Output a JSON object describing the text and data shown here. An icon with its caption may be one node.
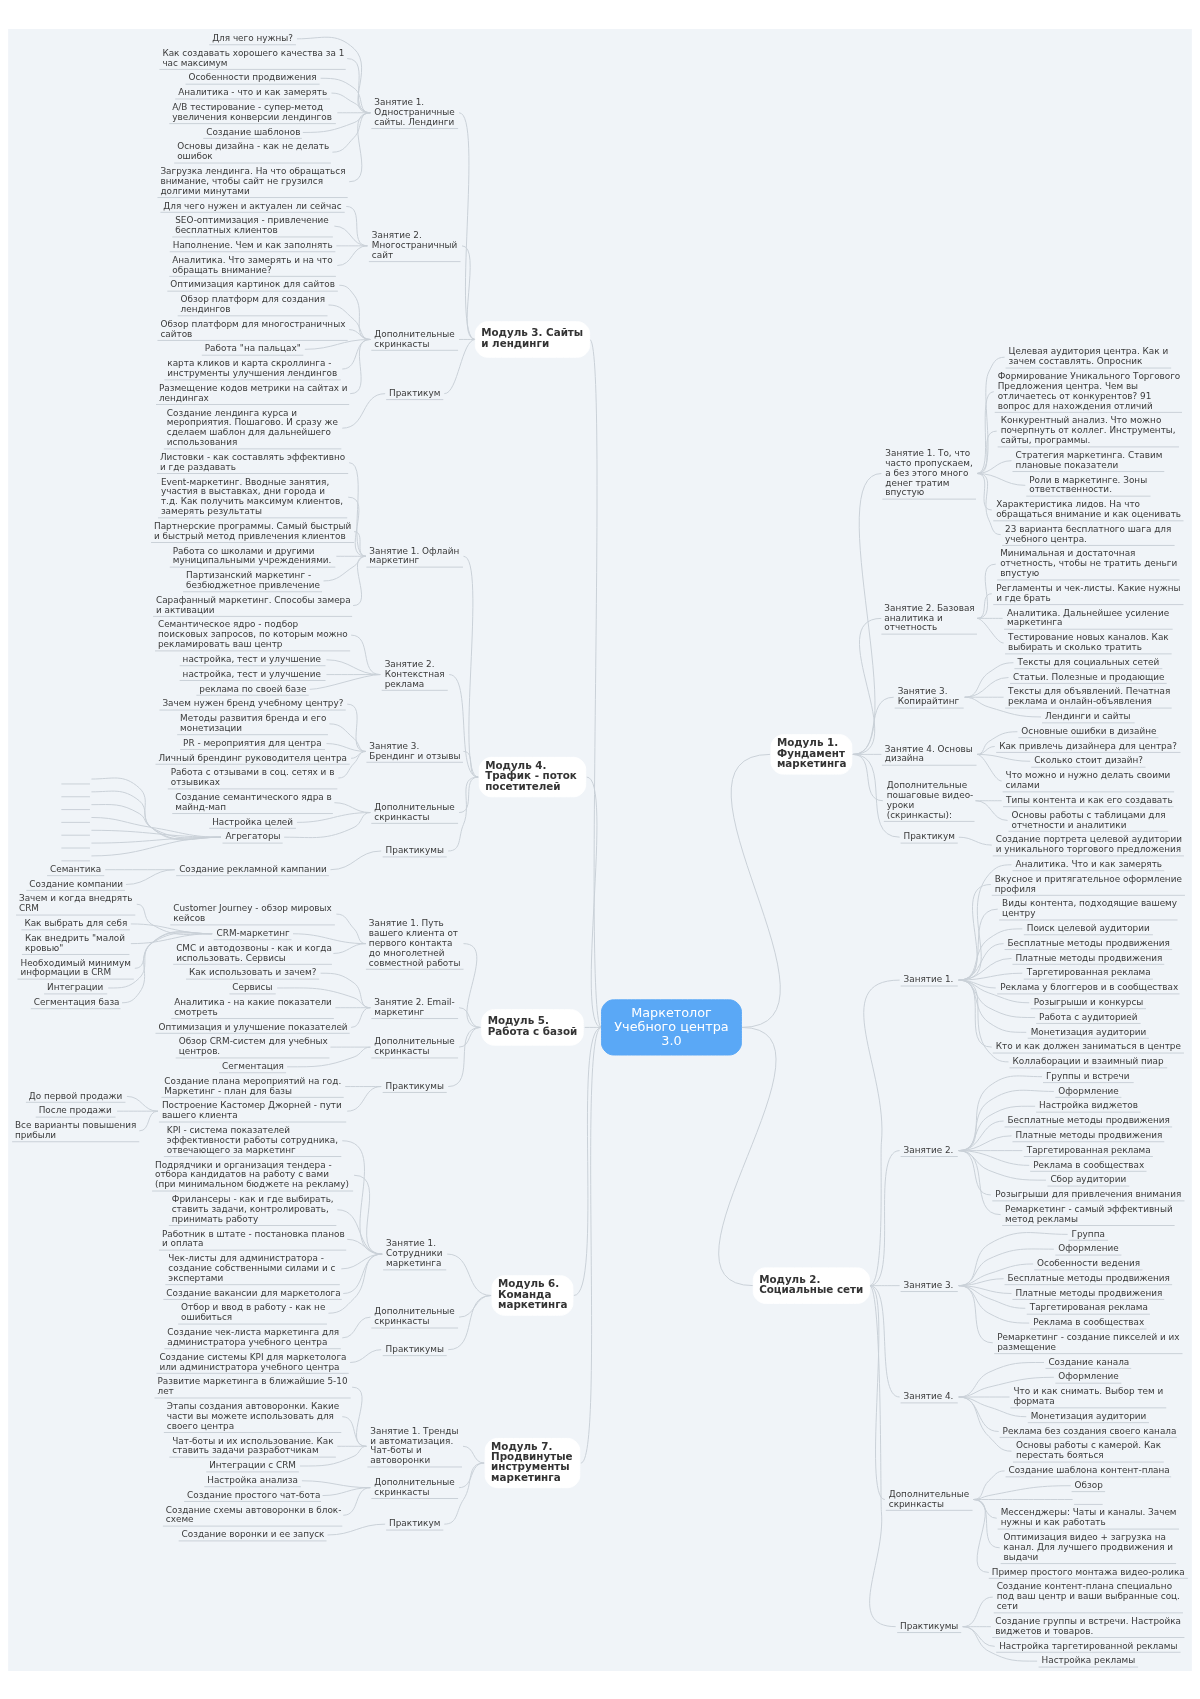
{
  "diagram": {
    "nodes": [
      {
        "text": [
          "Маркетолог Учебного центра 3.0"
        ]
      },
      {
        "text": [
          "Модуль 1. Фундамент маркетинга"
        ]
      },
      {
        "text": [
          "Занятие 1. То, что часто пропускаем, а без этого много денег тратим впустую"
        ]
      },
      {
        "text": [
          "Целевая аудитория центра. Как и зачем составлять. Опросник"
        ]
      },
      {
        "text": [
          "Формирование Уникального Торгового Предложения центра. Чем вы отличаетесь от конкурентов? 91 вопрос для нахождения отличий"
        ]
      },
      {
        "text": [
          "Конкурентный анализ. Что можно почерпнуть от коллег. Инструменты, сайты, программы."
        ]
      },
      {
        "text": [
          "Стратегия маркетинга. Ставим плановые показатели"
        ]
      },
      {
        "text": [
          "Роли в маркетинге. Зоны ответственности."
        ]
      },
      {
        "text": [
          "Характеристика лидов. На что обращаться внимание и как оценивать"
        ]
      },
      {
        "text": [
          "23 варианта бесплатного шага для учебного центра."
        ]
      },
      {
        "text": [
          "Занятие 2. Базовая аналитика и отчетность"
        ]
      },
      {
        "text": [
          "Минимальная и достаточная отчетность, чтобы не тратить деньги впустую"
        ]
      },
      {
        "text": [
          "Регламенты и чек-листы. Какие нужны и где брать"
        ]
      },
      {
        "text": [
          "Аналитика. Дальнейшее усиление маркетинга"
        ]
      },
      {
        "text": [
          "Тестирование новых каналов. Как выбирать и сколько тратить"
        ]
      },
      {
        "text": [
          "Занятие 3. Копирайтинг"
        ]
      },
      {
        "text": [
          "Тексты для социальных сетей"
        ]
      },
      {
        "text": [
          "Статьи. Полезные и продающие"
        ]
      },
      {
        "text": [
          "Тексты для объявлений. Печатная реклама и онлайн-объявления"
        ]
      },
      {
        "text": [
          "Лендинги и сайты"
        ]
      },
      {
        "text": [
          "Занятие 4. Основы дизайна"
        ]
      },
      {
        "text": [
          "Основные ошибки в дизайне"
        ]
      },
      {
        "text": [
          "Как привлечь дизайнера для центра?"
        ]
      },
      {
        "text": [
          "Сколько стоит дизайн?"
        ]
      },
      {
        "text": [
          "Что можно и нужно делать своими силами"
        ]
      },
      {
        "text": [
          "Дополнительные пошаговые видео-уроки (скринкасты):"
        ]
      },
      {
        "text": [
          "Типы контента и как его создавать"
        ]
      },
      {
        "text": [
          "Основы работы с таблицами для отчетности и аналитики"
        ]
      },
      {
        "text": [
          "Практикум"
        ]
      },
      {
        "text": [
          "Создание портрета целевой аудитории и уникального торгового предложения"
        ]
      },
      {
        "text": [
          "Модуль 2. Социальные сети"
        ]
      },
      {
        "text": [
          "Занятие 1."
        ]
      },
      {
        "text": [
          "Аналитика. Что и как замерять"
        ]
      },
      {
        "text": [
          "Вкусное и притягательное оформление профиля"
        ]
      },
      {
        "text": [
          "Виды контента, подходящие вашему центру"
        ]
      },
      {
        "text": [
          "Поиск целевой аудитории"
        ]
      },
      {
        "text": [
          "Бесплатные методы продвижения"
        ]
      },
      {
        "text": [
          "Платные методы продвижения"
        ]
      },
      {
        "text": [
          "Таргетированная реклама"
        ]
      },
      {
        "text": [
          "Реклама у блоггеров и в сообществах"
        ]
      },
      {
        "text": [
          "Розыгрыши и конкурсы"
        ]
      },
      {
        "text": [
          "Работа с аудиторией"
        ]
      },
      {
        "text": [
          "Монетизация аудитории"
        ]
      },
      {
        "text": [
          "Кто и как должен заниматься в центре"
        ]
      },
      {
        "text": [
          "Коллаборации и взаимный пиар"
        ]
      },
      {
        "text": [
          "Занятие 2."
        ]
      },
      {
        "text": [
          "Группы и встречи"
        ]
      },
      {
        "text": [
          "Оформление"
        ]
      },
      {
        "text": [
          "Настройка виджетов"
        ]
      },
      {
        "text": [
          "Бесплатные методы продвижения"
        ]
      },
      {
        "text": [
          "Платные методы продвижения"
        ]
      },
      {
        "text": [
          "Таргетированная реклама"
        ]
      },
      {
        "text": [
          "Реклама в сообществах"
        ]
      },
      {
        "text": [
          "Сбор аудитории"
        ]
      },
      {
        "text": [
          "Розыгрыши для привлечения внимания"
        ]
      },
      {
        "text": [
          "Ремаркетинг - самый эффективный метод рекламы"
        ]
      },
      {
        "text": [
          "Занятие 3."
        ]
      },
      {
        "text": [
          "Группа"
        ]
      },
      {
        "text": [
          "Оформление"
        ]
      },
      {
        "text": [
          "Особенности ведения"
        ]
      },
      {
        "text": [
          "Бесплатные методы продвижения"
        ]
      },
      {
        "text": [
          "Платные методы продвижения"
        ]
      },
      {
        "text": [
          "Таргетированая реклама"
        ]
      },
      {
        "text": [
          "Реклама в сообществах"
        ]
      },
      {
        "text": [
          "Ремаркетинг - создание пикселей и их размещение"
        ]
      },
      {
        "text": [
          "Занятие 4."
        ]
      },
      {
        "text": [
          "Создание канала"
        ]
      },
      {
        "text": [
          "Оформление"
        ]
      },
      {
        "text": [
          "Что и как снимать. Выбор тем и формата"
        ]
      },
      {
        "text": [
          "Монетизация аудитории"
        ]
      },
      {
        "text": [
          "Реклама без создания своего канала"
        ]
      },
      {
        "text": [
          "Основы работы с камерой. Как перестать бояться"
        ]
      },
      {
        "text": [
          "Дополнительные скринкасты"
        ]
      },
      {
        "text": [
          "Создание шаблона контент-плана"
        ]
      },
      {
        "text": [
          "Обзор"
        ]
      },
      {
        "text": [],
        "shape": "line"
      },
      {
        "text": [
          "Мессенджеры: Чаты и каналы. Зачем нужны и как работать"
        ]
      },
      {
        "text": [
          "Оптимизация видео + загрузка на канал. Для лучшего продвижения и выдачи"
        ]
      },
      {
        "text": [
          "Пример простого монтажа видео-ролика"
        ]
      },
      {
        "text": [
          "Практикумы"
        ]
      },
      {
        "text": [
          "Создание контент-плана специально под ваш центр и ваши выбранные соц. сети"
        ]
      },
      {
        "text": [
          "Создание группы и встречи. Настройка виджетов и товаров."
        ]
      },
      {
        "text": [
          "Настройка таргетированной рекламы"
        ]
      },
      {
        "text": [
          "Настройка рекламы"
        ]
      },
      {
        "text": [
          "Модуль 3. Сайты и лендинги"
        ]
      },
      {
        "text": [
          "Занятие 1. Одностраничные сайты. Лендинги"
        ]
      },
      {
        "text": [
          "Для чего нужны?"
        ]
      },
      {
        "text": [
          "Как создавать хорошего качества за 1 час максимум"
        ]
      },
      {
        "text": [
          "Особенности продвижения"
        ]
      },
      {
        "text": [
          "Аналитика - что и как замерять"
        ]
      },
      {
        "text": [
          "A/B тестирование - супер-метод увеличения конверсии лендингов"
        ]
      },
      {
        "text": [
          "Создание шаблонов"
        ]
      },
      {
        "text": [
          "Основы дизайна - как не делать ошибок"
        ]
      },
      {
        "text": [
          "Загрузка лендинга. На что обращаться внимание, чтобы сайт не грузился долгими минутами"
        ]
      },
      {
        "text": [
          "Занятие 2. Многостраничный сайт"
        ]
      },
      {
        "text": [
          "Для чего нужен и актуален ли сейчас"
        ]
      },
      {
        "text": [
          "SEO-оптимизация - привлечение бесплатных клиентов"
        ]
      },
      {
        "text": [
          "Наполнение. Чем и как заполнять"
        ]
      },
      {
        "text": [
          "Аналитика. Что замерять и на что обращать внимание?"
        ]
      },
      {
        "text": [
          "Дополнительные скринкасты"
        ]
      },
      {
        "text": [
          "Оптимизация картинок для сайтов"
        ]
      },
      {
        "text": [
          "Обзор платформ для создания лендингов"
        ]
      },
      {
        "text": [
          "Обзор платформ для многостраничных сайтов"
        ]
      },
      {
        "text": [
          "Работа \"на пальцах\""
        ]
      },
      {
        "text": [
          "карта кликов и карта скроллинга - инструменты улучшения лендингов"
        ]
      },
      {
        "text": [
          "Размещение кодов метрики на сайтах и лендингах"
        ]
      },
      {
        "text": [
          "Практикум"
        ]
      },
      {
        "text": [
          "Создание лендинга курса и мероприятия. Пошагово. И сразу же сделаем шаблон для дальнейшего использования"
        ]
      },
      {
        "text": [
          "Модуль 4. Трафик - поток посетителей"
        ]
      },
      {
        "text": [
          "Занятие 1. Офлайн маркетинг"
        ]
      },
      {
        "text": [
          "Листовки - как составлять эффективно и где раздавать"
        ]
      },
      {
        "text": [
          "Event-маркетинг. Вводные занятия, участия в выставках, дни города и т.д. Как получить максимум клиентов, замерять результаты"
        ]
      },
      {
        "text": [
          "Партнерские программы. Самый быстрый и быстрый метод привлечения клиентов"
        ]
      },
      {
        "text": [
          "Работа со школами и другими муниципальными учреждениями."
        ]
      },
      {
        "text": [
          "Партизанский маркетинг - безбюджетное привлечение"
        ]
      },
      {
        "text": [
          "Сарафанный маркетинг. Способы замера и активации"
        ]
      },
      {
        "text": [
          "Занятие 2. Контекстная реклама"
        ]
      },
      {
        "text": [
          "Семантическое ядро - подбор поисковых запросов, по которым можно рекламировать ваш центр"
        ]
      },
      {
        "text": [
          "настройка, тест и улучшение"
        ]
      },
      {
        "text": [
          "настройка, тест и улучшение"
        ]
      },
      {
        "text": [
          "реклама по своей базе"
        ]
      },
      {
        "text": [
          "Занятие 3. Брендинг и отзывы"
        ]
      },
      {
        "text": [
          "Зачем нужен бренд учебному центру?"
        ]
      },
      {
        "text": [
          "Методы развития бренда и его монетизации"
        ]
      },
      {
        "text": [
          "PR - мероприятия для центра"
        ]
      },
      {
        "text": [
          "Личный брендинг руководителя центра"
        ]
      },
      {
        "text": [
          "Работа с отзывами в соц. сетях и в отзывиках"
        ]
      },
      {
        "text": [
          "Дополнительные скринкасты"
        ]
      },
      {
        "text": [
          "Создание семантического ядра в майнд-мап"
        ]
      },
      {
        "text": [
          "Настройка целей"
        ]
      },
      {
        "text": [
          "Агрегаторы"
        ]
      },
      {
        "text": [],
        "shape": "line"
      },
      {
        "text": [],
        "shape": "line"
      },
      {
        "text": [],
        "shape": "line"
      },
      {
        "text": [],
        "shape": "line"
      },
      {
        "text": [],
        "shape": "line"
      },
      {
        "text": [],
        "shape": "line"
      },
      {
        "text": [],
        "shape": "line"
      },
      {
        "text": [
          "Практикумы"
        ]
      },
      {
        "text": [
          "Создание рекламной кампании"
        ]
      },
      {
        "text": [
          "Семантика"
        ]
      },
      {
        "text": [
          "Создание компании"
        ]
      },
      {
        "text": [
          "Модуль 5. Работа с базой"
        ]
      },
      {
        "text": [
          "Занятие 1. Путь вашего клиента от первого контакта до многолетней совместной работы"
        ]
      },
      {
        "text": [
          "Customer Journey - обзор мировых кейсов"
        ]
      },
      {
        "text": [
          "CRM-маркетинг"
        ]
      },
      {
        "text": [
          "Зачем и когда внедрять CRM"
        ]
      },
      {
        "text": [
          "Как выбрать для себя"
        ]
      },
      {
        "text": [
          "Как внедрить \"малой кровью\""
        ]
      },
      {
        "text": [
          "Необходимый минимум информации в CRM"
        ]
      },
      {
        "text": [
          "Интеграции"
        ]
      },
      {
        "text": [
          "Сегментация база"
        ]
      },
      {
        "text": [
          "СМС и автодозвоны - как и когда использовать. Сервисы"
        ]
      },
      {
        "text": [
          "Занятие 2. Email-маркетинг"
        ]
      },
      {
        "text": [
          "Как использовать и зачем?"
        ]
      },
      {
        "text": [
          "Сервисы"
        ]
      },
      {
        "text": [
          "Аналитика - на какие показатели смотреть"
        ]
      },
      {
        "text": [
          "Оптимизация и улучшение показателей"
        ]
      },
      {
        "text": [
          "Дополнительные скринкасты"
        ]
      },
      {
        "text": [
          "Обзор CRM-систем для учебных центров."
        ]
      },
      {
        "text": [
          "Сегментация"
        ]
      },
      {
        "text": [
          "Практикумы"
        ]
      },
      {
        "text": [
          "Создание плана мероприятий на год. Маркетинг - план для базы"
        ]
      },
      {
        "text": [
          "Построение Кастомер Джорней - пути вашего клиента"
        ]
      },
      {
        "text": [
          "До первой продажи"
        ]
      },
      {
        "text": [
          "После продажи"
        ]
      },
      {
        "text": [
          "Все варианты повышения прибыли"
        ]
      },
      {
        "text": [
          "Модуль 6. Команда маркетинга"
        ]
      },
      {
        "text": [
          "Занятие 1. Сотрудники маркетинга"
        ]
      },
      {
        "text": [
          "KPI - система показателей эффективности работы сотрудника, отвечающего за маркетинг"
        ]
      },
      {
        "text": [
          "Подрядчики и организация тендера - отбора кандидатов на работу с вами (при минимальном бюджете на рекламу)"
        ]
      },
      {
        "text": [
          "Фрилансеры - как и где выбирать, ставить задачи, контролировать, принимать работу"
        ]
      },
      {
        "text": [
          "Работник в штате - постановка планов и оплата"
        ]
      },
      {
        "text": [
          "Чек-листы для администратора - создание собственными силами и с экспертами"
        ]
      },
      {
        "text": [
          "Создание вакансии для маркетолога"
        ]
      },
      {
        "text": [
          "Отбор и ввод в работу - как не ошибиться"
        ]
      },
      {
        "text": [
          "Дополнительные скринкасты"
        ]
      },
      {
        "text": [
          "Создание чек-листа маркетинга для администратора учебного центра"
        ]
      },
      {
        "text": [
          "Практикумы"
        ]
      },
      {
        "text": [
          "Создание системы KPI для маркетолога или администратора учебного центра"
        ]
      },
      {
        "text": [
          "Модуль 7. Продвинутые инструменты маркетинга"
        ]
      },
      {
        "text": [
          "Занятие 1. Тренды и автоматизация. Чат-боты и автоворонки"
        ]
      },
      {
        "text": [
          "Развитие маркетинга в ближайшие 5-10 лет"
        ]
      },
      {
        "text": [
          "Этапы создания автоворонки. Какие части вы можете использовать для своего центра"
        ]
      },
      {
        "text": [
          "Чат-боты и их использование. Как ставить задачи разработчикам"
        ]
      },
      {
        "text": [
          "Интеграции с CRM"
        ]
      },
      {
        "text": [
          "Дополнительные скринкасты"
        ]
      },
      {
        "text": [
          "Настройка анализа"
        ]
      },
      {
        "text": [
          "Создание простого чат-бота"
        ]
      },
      {
        "text": [
          "Создание схемы автоворонки в блок-схеме"
        ]
      },
      {
        "text": [
          "Практикум"
        ]
      },
      {
        "text": [
          "Создание воронки и ее запуск"
        ]
      }
    ],
    "edges": [
      {
        "from": 0,
        "to": 1,
        "arrow": "none"
      },
      {
        "from": 1,
        "to": 2,
        "arrow": "none"
      },
      {
        "from": 2,
        "to": 3,
        "arrow": "none"
      },
      {
        "from": 2,
        "to": 4,
        "arrow": "none"
      },
      {
        "from": 2,
        "to": 5,
        "arrow": "none"
      },
      {
        "from": 2,
        "to": 6,
        "arrow": "none"
      },
      {
        "from": 2,
        "to": 7,
        "arrow": "none"
      },
      {
        "from": 2,
        "to": 8,
        "arrow": "none"
      },
      {
        "from": 2,
        "to": 9,
        "arrow": "none"
      },
      {
        "from": 1,
        "to": 10,
        "arrow": "none"
      },
      {
        "from": 10,
        "to": 11,
        "arrow": "none"
      },
      {
        "from": 10,
        "to": 12,
        "arrow": "none"
      },
      {
        "from": 10,
        "to": 13,
        "arrow": "none"
      },
      {
        "from": 10,
        "to": 14,
        "arrow": "none"
      },
      {
        "from": 1,
        "to": 15,
        "arrow": "none"
      },
      {
        "from": 15,
        "to": 16,
        "arrow": "none"
      },
      {
        "from": 15,
        "to": 17,
        "arrow": "none"
      },
      {
        "from": 15,
        "to": 18,
        "arrow": "none"
      },
      {
        "from": 15,
        "to": 19,
        "arrow": "none"
      },
      {
        "from": 1,
        "to": 20,
        "arrow": "none"
      },
      {
        "from": 20,
        "to": 21,
        "arrow": "none"
      },
      {
        "from": 20,
        "to": 22,
        "arrow": "none"
      },
      {
        "from": 20,
        "to": 23,
        "arrow": "none"
      },
      {
        "from": 20,
        "to": 24,
        "arrow": "none"
      },
      {
        "from": 1,
        "to": 25,
        "arrow": "none"
      },
      {
        "from": 25,
        "to": 26,
        "arrow": "none"
      },
      {
        "from": 25,
        "to": 27,
        "arrow": "none"
      },
      {
        "from": 1,
        "to": 28,
        "arrow": "none"
      },
      {
        "from": 28,
        "to": 29,
        "arrow": "none"
      },
      {
        "from": 0,
        "to": 30,
        "arrow": "none"
      },
      {
        "from": 30,
        "to": 31,
        "arrow": "none"
      },
      {
        "from": 31,
        "to": 32,
        "arrow": "none"
      },
      {
        "from": 31,
        "to": 33,
        "arrow": "none"
      },
      {
        "from": 31,
        "to": 34,
        "arrow": "none"
      },
      {
        "from": 31,
        "to": 35,
        "arrow": "none"
      },
      {
        "from": 31,
        "to": 36,
        "arrow": "none"
      },
      {
        "from": 31,
        "to": 37,
        "arrow": "none"
      },
      {
        "from": 31,
        "to": 38,
        "arrow": "none"
      },
      {
        "from": 31,
        "to": 39,
        "arrow": "none"
      },
      {
        "from": 31,
        "to": 40,
        "arrow": "none"
      },
      {
        "from": 31,
        "to": 41,
        "arrow": "none"
      },
      {
        "from": 31,
        "to": 42,
        "arrow": "none"
      },
      {
        "from": 31,
        "to": 43,
        "arrow": "none"
      },
      {
        "from": 31,
        "to": 44,
        "arrow": "none"
      },
      {
        "from": 30,
        "to": 45,
        "arrow": "none"
      },
      {
        "from": 45,
        "to": 46,
        "arrow": "none"
      },
      {
        "from": 45,
        "to": 47,
        "arrow": "none"
      },
      {
        "from": 45,
        "to": 48,
        "arrow": "none"
      },
      {
        "from": 45,
        "to": 49,
        "arrow": "none"
      },
      {
        "from": 45,
        "to": 50,
        "arrow": "none"
      },
      {
        "from": 45,
        "to": 51,
        "arrow": "none"
      },
      {
        "from": 45,
        "to": 52,
        "arrow": "none"
      },
      {
        "from": 45,
        "to": 53,
        "arrow": "none"
      },
      {
        "from": 45,
        "to": 54,
        "arrow": "none"
      },
      {
        "from": 45,
        "to": 55,
        "arrow": "none"
      },
      {
        "from": 30,
        "to": 56,
        "arrow": "none"
      },
      {
        "from": 56,
        "to": 57,
        "arrow": "none"
      },
      {
        "from": 56,
        "to": 58,
        "arrow": "none"
      },
      {
        "from": 56,
        "to": 59,
        "arrow": "none"
      },
      {
        "from": 56,
        "to": 60,
        "arrow": "none"
      },
      {
        "from": 56,
        "to": 61,
        "arrow": "none"
      },
      {
        "from": 56,
        "to": 62,
        "arrow": "none"
      },
      {
        "from": 56,
        "to": 63,
        "arrow": "none"
      },
      {
        "from": 56,
        "to": 64,
        "arrow": "none"
      },
      {
        "from": 30,
        "to": 65,
        "arrow": "none"
      },
      {
        "from": 65,
        "to": 66,
        "arrow": "none"
      },
      {
        "from": 65,
        "to": 67,
        "arrow": "none"
      },
      {
        "from": 65,
        "to": 68,
        "arrow": "none"
      },
      {
        "from": 65,
        "to": 69,
        "arrow": "none"
      },
      {
        "from": 65,
        "to": 70,
        "arrow": "none"
      },
      {
        "from": 65,
        "to": 71,
        "arrow": "none"
      },
      {
        "from": 30,
        "to": 72,
        "arrow": "none"
      },
      {
        "from": 72,
        "to": 73,
        "arrow": "none"
      },
      {
        "from": 72,
        "to": 74,
        "arrow": "none"
      },
      {
        "from": 72,
        "to": 75,
        "arrow": "none"
      },
      {
        "from": 72,
        "to": 76,
        "arrow": "none"
      },
      {
        "from": 72,
        "to": 77,
        "arrow": "none"
      },
      {
        "from": 72,
        "to": 78,
        "arrow": "none"
      },
      {
        "from": 30,
        "to": 79,
        "arrow": "none"
      },
      {
        "from": 79,
        "to": 80,
        "arrow": "none"
      },
      {
        "from": 79,
        "to": 81,
        "arrow": "none"
      },
      {
        "from": 79,
        "to": 82,
        "arrow": "none"
      },
      {
        "from": 79,
        "to": 83,
        "arrow": "none"
      },
      {
        "from": 84,
        "to": 0,
        "arrow": "none"
      },
      {
        "from": 85,
        "to": 84,
        "arrow": "none"
      },
      {
        "from": 86,
        "to": 85,
        "arrow": "none"
      },
      {
        "from": 87,
        "to": 85,
        "arrow": "none"
      },
      {
        "from": 88,
        "to": 85,
        "arrow": "none"
      },
      {
        "from": 89,
        "to": 85,
        "arrow": "none"
      },
      {
        "from": 90,
        "to": 85,
        "arrow": "none"
      },
      {
        "from": 91,
        "to": 85,
        "arrow": "none"
      },
      {
        "from": 92,
        "to": 85,
        "arrow": "none"
      },
      {
        "from": 93,
        "to": 85,
        "arrow": "none"
      },
      {
        "from": 94,
        "to": 84,
        "arrow": "none"
      },
      {
        "from": 95,
        "to": 94,
        "arrow": "none"
      },
      {
        "from": 96,
        "to": 94,
        "arrow": "none"
      },
      {
        "from": 97,
        "to": 94,
        "arrow": "none"
      },
      {
        "from": 98,
        "to": 94,
        "arrow": "none"
      },
      {
        "from": 99,
        "to": 84,
        "arrow": "none"
      },
      {
        "from": 100,
        "to": 99,
        "arrow": "none"
      },
      {
        "from": 101,
        "to": 99,
        "arrow": "none"
      },
      {
        "from": 102,
        "to": 99,
        "arrow": "none"
      },
      {
        "from": 103,
        "to": 99,
        "arrow": "none"
      },
      {
        "from": 104,
        "to": 99,
        "arrow": "none"
      },
      {
        "from": 105,
        "to": 99,
        "arrow": "none"
      },
      {
        "from": 106,
        "to": 84,
        "arrow": "none"
      },
      {
        "from": 107,
        "to": 106,
        "arrow": "none"
      },
      {
        "from": 108,
        "to": 0,
        "arrow": "none"
      },
      {
        "from": 109,
        "to": 108,
        "arrow": "none"
      },
      {
        "from": 110,
        "to": 109,
        "arrow": "none"
      },
      {
        "from": 111,
        "to": 109,
        "arrow": "none"
      },
      {
        "from": 112,
        "to": 109,
        "arrow": "none"
      },
      {
        "from": 113,
        "to": 109,
        "arrow": "none"
      },
      {
        "from": 114,
        "to": 109,
        "arrow": "none"
      },
      {
        "from": 115,
        "to": 109,
        "arrow": "none"
      },
      {
        "from": 116,
        "to": 108,
        "arrow": "none"
      },
      {
        "from": 117,
        "to": 116,
        "arrow": "none"
      },
      {
        "from": 118,
        "to": 116,
        "arrow": "none"
      },
      {
        "from": 119,
        "to": 116,
        "arrow": "none"
      },
      {
        "from": 120,
        "to": 116,
        "arrow": "none"
      },
      {
        "from": 121,
        "to": 108,
        "arrow": "none"
      },
      {
        "from": 122,
        "to": 121,
        "arrow": "none"
      },
      {
        "from": 123,
        "to": 121,
        "arrow": "none"
      },
      {
        "from": 124,
        "to": 121,
        "arrow": "none"
      },
      {
        "from": 125,
        "to": 121,
        "arrow": "none"
      },
      {
        "from": 126,
        "to": 121,
        "arrow": "none"
      },
      {
        "from": 127,
        "to": 108,
        "arrow": "none"
      },
      {
        "from": 128,
        "to": 127,
        "arrow": "none"
      },
      {
        "from": 129,
        "to": 127,
        "arrow": "none"
      },
      {
        "from": 130,
        "to": 127,
        "arrow": "none"
      },
      {
        "from": 131,
        "to": 130,
        "arrow": "none"
      },
      {
        "from": 132,
        "to": 130,
        "arrow": "none"
      },
      {
        "from": 133,
        "to": 130,
        "arrow": "none"
      },
      {
        "from": 134,
        "to": 130,
        "arrow": "none"
      },
      {
        "from": 135,
        "to": 130,
        "arrow": "none"
      },
      {
        "from": 136,
        "to": 130,
        "arrow": "none"
      },
      {
        "from": 137,
        "to": 130,
        "arrow": "none"
      },
      {
        "from": 138,
        "to": 108,
        "arrow": "none"
      },
      {
        "from": 139,
        "to": 138,
        "arrow": "none"
      },
      {
        "from": 140,
        "to": 139,
        "arrow": "none"
      },
      {
        "from": 141,
        "to": 139,
        "arrow": "none"
      },
      {
        "from": 142,
        "to": 0,
        "arrow": "none"
      },
      {
        "from": 143,
        "to": 142,
        "arrow": "none"
      },
      {
        "from": 144,
        "to": 143,
        "arrow": "none"
      },
      {
        "from": 145,
        "to": 143,
        "arrow": "none"
      },
      {
        "from": 146,
        "to": 145,
        "arrow": "none"
      },
      {
        "from": 147,
        "to": 145,
        "arrow": "none"
      },
      {
        "from": 148,
        "to": 145,
        "arrow": "none"
      },
      {
        "from": 149,
        "to": 145,
        "arrow": "none"
      },
      {
        "from": 150,
        "to": 145,
        "arrow": "none"
      },
      {
        "from": 151,
        "to": 145,
        "arrow": "none"
      },
      {
        "from": 152,
        "to": 143,
        "arrow": "none"
      },
      {
        "from": 153,
        "to": 142,
        "arrow": "none"
      },
      {
        "from": 154,
        "to": 153,
        "arrow": "none"
      },
      {
        "from": 155,
        "to": 153,
        "arrow": "none"
      },
      {
        "from": 156,
        "to": 153,
        "arrow": "none"
      },
      {
        "from": 157,
        "to": 153,
        "arrow": "none"
      },
      {
        "from": 158,
        "to": 142,
        "arrow": "none"
      },
      {
        "from": 159,
        "to": 158,
        "arrow": "none"
      },
      {
        "from": 160,
        "to": 158,
        "arrow": "none"
      },
      {
        "from": 161,
        "to": 142,
        "arrow": "none"
      },
      {
        "from": 162,
        "to": 161,
        "arrow": "none"
      },
      {
        "from": 163,
        "to": 161,
        "arrow": "none"
      },
      {
        "from": 164,
        "to": 163,
        "arrow": "none"
      },
      {
        "from": 165,
        "to": 163,
        "arrow": "none"
      },
      {
        "from": 166,
        "to": 163,
        "arrow": "none"
      },
      {
        "from": 167,
        "to": 0,
        "arrow": "none"
      },
      {
        "from": 168,
        "to": 167,
        "arrow": "none"
      },
      {
        "from": 169,
        "to": 168,
        "arrow": "none"
      },
      {
        "from": 170,
        "to": 168,
        "arrow": "none"
      },
      {
        "from": 171,
        "to": 168,
        "arrow": "none"
      },
      {
        "from": 172,
        "to": 168,
        "arrow": "none"
      },
      {
        "from": 173,
        "to": 168,
        "arrow": "none"
      },
      {
        "from": 174,
        "to": 168,
        "arrow": "none"
      },
      {
        "from": 175,
        "to": 168,
        "arrow": "none"
      },
      {
        "from": 176,
        "to": 167,
        "arrow": "none"
      },
      {
        "from": 177,
        "to": 176,
        "arrow": "none"
      },
      {
        "from": 178,
        "to": 167,
        "arrow": "none"
      },
      {
        "from": 179,
        "to": 178,
        "arrow": "none"
      },
      {
        "from": 180,
        "to": 0,
        "arrow": "none"
      },
      {
        "from": 181,
        "to": 180,
        "arrow": "none"
      },
      {
        "from": 182,
        "to": 181,
        "arrow": "none"
      },
      {
        "from": 183,
        "to": 181,
        "arrow": "none"
      },
      {
        "from": 184,
        "to": 181,
        "arrow": "none"
      },
      {
        "from": 185,
        "to": 181,
        "arrow": "none"
      },
      {
        "from": 186,
        "to": 180,
        "arrow": "none"
      },
      {
        "from": 187,
        "to": 186,
        "arrow": "none"
      },
      {
        "from": 188,
        "to": 186,
        "arrow": "none"
      },
      {
        "from": 189,
        "to": 186,
        "arrow": "none"
      },
      {
        "from": 190,
        "to": 180,
        "arrow": "none"
      },
      {
        "from": 191,
        "to": 190,
        "arrow": "none"
      }
    ]
  }
}
